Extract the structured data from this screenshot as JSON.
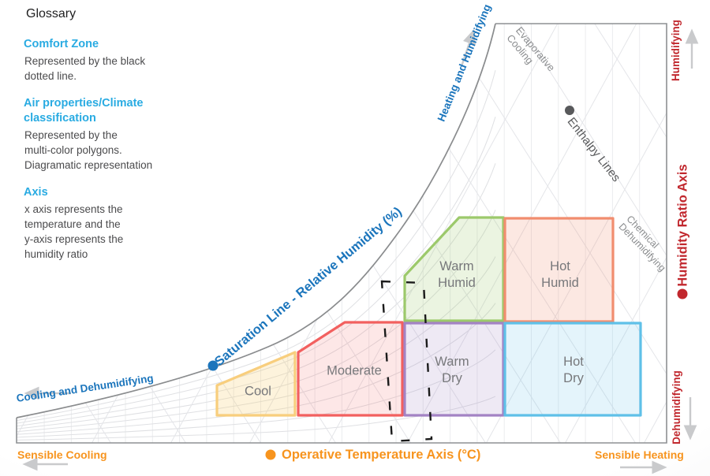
{
  "glossary": {
    "title": "Glossary",
    "sections": [
      {
        "heading": "Comfort Zone",
        "body": "Represented by the black\ndotted line."
      },
      {
        "heading": "Air properties/Climate\nclassification",
        "body": "Represented by the\nmulti-color polygons.\nDiagramatic representation"
      },
      {
        "heading": "Axis",
        "body": "x axis represents the\ntemperature and the\ny-axis represents the\nhumidity ratio"
      }
    ]
  },
  "chart": {
    "labels": {
      "saturation": "Saturation Line - Relative Humidity (%)",
      "heating_humidifying": "Heating and Humidifying",
      "cooling_dehumidifying": "Cooling and Dehumidifying",
      "sensible_cooling": "Sensible Cooling",
      "sensible_heating": "Sensible Heating",
      "operative_axis": "Operative Temperature Axis (°C)",
      "humidity_ratio_axis": "Humidity Ratio Axis",
      "humidifying": "Humidifying",
      "dehumidifying": "Dehumidifying",
      "evaporative_cooling": "Evaporative\nCooling",
      "enthalpy_lines": "Enthalpy Lines",
      "chemical_dehumidifying": "Chemical\nDehumidifying"
    }
  },
  "zones": [
    {
      "id": "cool",
      "label": "Cool",
      "border": "#F8CE7D",
      "fill": "rgba(246,205,110,0.24)"
    },
    {
      "id": "moderate",
      "label": "Moderate",
      "border": "#F2605F",
      "fill": "rgba(242,96,95,0.15)"
    },
    {
      "id": "warm-humid",
      "label": "Warm\nHumid",
      "border": "#9CC96B",
      "fill": "rgba(156,201,107,0.20)"
    },
    {
      "id": "hot-humid",
      "label": "Hot\nHumid",
      "border": "#F18D6F",
      "fill": "rgba(241,141,111,0.20)"
    },
    {
      "id": "warm-dry",
      "label": "Warm\nDry",
      "border": "#A383C4",
      "fill": "rgba(163,131,196,0.18)"
    },
    {
      "id": "hot-dry",
      "label": "Hot\nDry",
      "border": "#5FC0E8",
      "fill": "rgba(95,192,232,0.17)"
    }
  ],
  "colors": {
    "chart_blue": "#1B75BC",
    "glossary_blue": "#29ABE2",
    "orange": "#F7941E",
    "red": "#C1272D",
    "gray_label": "#77787B",
    "gray_dark": "#58595B",
    "gray_mid": "#8A8C8E",
    "arrow_gray": "#C9CACC",
    "comfort_dash": "#1B1B1B"
  }
}
